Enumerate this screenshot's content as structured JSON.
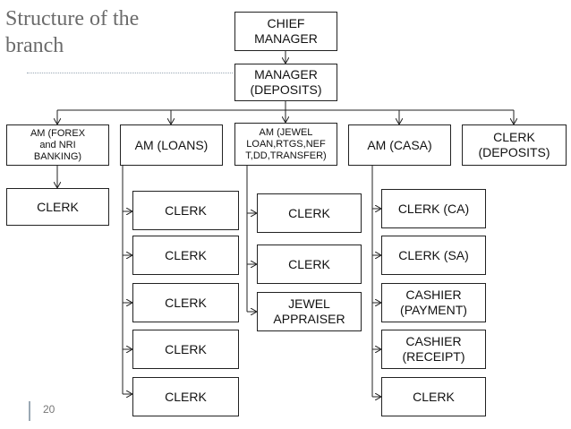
{
  "slide": {
    "title": "Structure of the\nbranch",
    "page_number": "20"
  },
  "org": {
    "chief_manager": "CHIEF\nMANAGER",
    "manager_deposits": "MANAGER\n(DEPOSITS)",
    "am_forex": "AM (FOREX\nand NRI\nBANKING)",
    "am_loans": "AM (LOANS)",
    "am_jewel": "AM (JEWEL\nLOAN,RTGS,NEF\nT,DD,TRANSFER)",
    "am_casa": "AM (CASA)",
    "clerk_deposits": "CLERK\n(DEPOSITS)",
    "forex_clerk": "CLERK",
    "loans_clerks": [
      "CLERK",
      "CLERK",
      "CLERK",
      "CLERK",
      "CLERK"
    ],
    "jewel_staff": [
      "CLERK",
      "CLERK",
      "JEWEL\nAPPRAISER"
    ],
    "casa_staff": [
      "CLERK (CA)",
      "CLERK (SA)",
      "CASHIER\n(PAYMENT)",
      "CASHIER\n(RECEIPT)",
      "CLERK"
    ]
  }
}
